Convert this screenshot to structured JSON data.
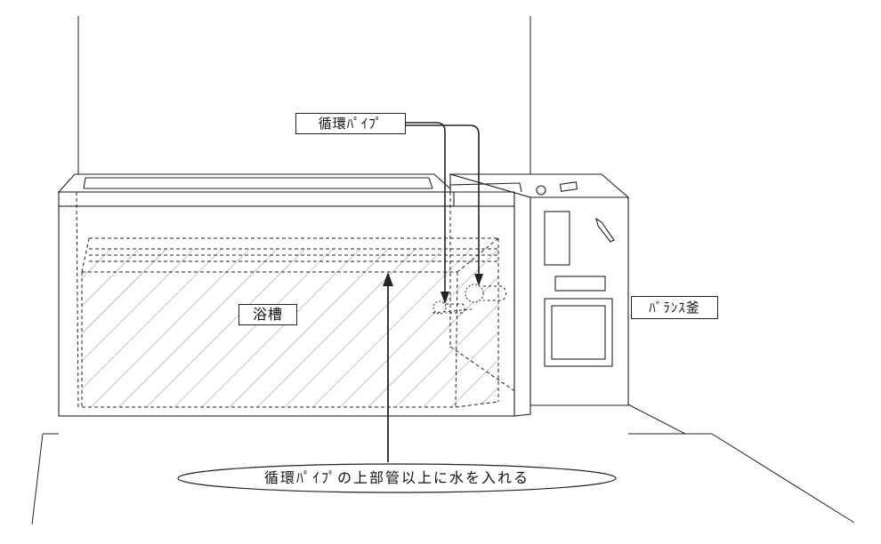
{
  "labels": {
    "circulation_pipe": "循環ﾊﾟｲﾌﾟ",
    "bathtub": "浴槽",
    "balance_boiler": "ﾊﾞﾗﾝｽ釜",
    "instruction": "循環ﾊﾟｲﾌﾟの上部管以上に水を入れる"
  }
}
